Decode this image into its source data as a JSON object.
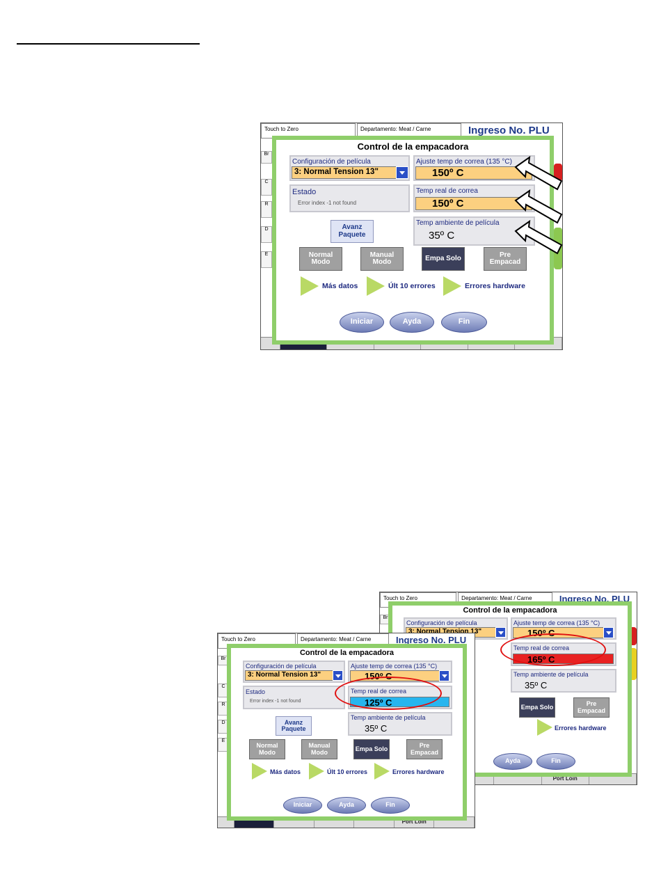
{
  "screen": {
    "bg_header": {
      "touch_to_zero": "Touch to Zero",
      "department": "Departamento: Meat / Carne",
      "title": "Ingreso No. PLU"
    },
    "bg_left_labels": [
      "Br",
      "C",
      "R",
      "D",
      "E"
    ],
    "bg_tab_label": "Port Loin",
    "panel_title": "Control de la empacadora",
    "film_config": {
      "label": "Configuración de película",
      "value": "3: Normal Tension 13\""
    },
    "belt_setpoint": {
      "label": "Ajuste temp de correa (135 °C)",
      "value": "150º C"
    },
    "status": {
      "label": "Estado",
      "text": "Error index -1 not found"
    },
    "belt_actual": {
      "label": "Temp real de correa",
      "value": "150º C",
      "value_hot": "165º C",
      "value_cold": "125º C"
    },
    "film_ambient": {
      "label": "Temp ambiente de película",
      "value": "35º C"
    },
    "advance_button": "Avanz Paquete",
    "mode_buttons": [
      "Normal Modo",
      "Manual Modo",
      "Empa Solo",
      "Pre Empacad"
    ],
    "links": [
      "Más datos",
      "Últ 10 errores",
      "Errores hardware"
    ],
    "action_buttons": [
      "Iniciar",
      "Ayda",
      "Fin"
    ]
  },
  "colors": {
    "panel_border": "#8fce6a",
    "setpoint_fill": "#fcd080",
    "hot_fill": "#e82222",
    "cold_fill": "#27b5ee",
    "highlight": "#e01010"
  }
}
